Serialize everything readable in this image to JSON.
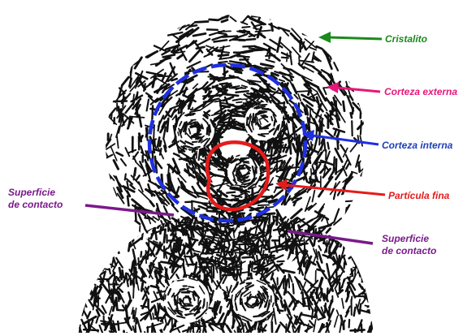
{
  "labels": {
    "cristalito": {
      "text": "Cristalito",
      "color": "#1a8a1a"
    },
    "corteza_externa": {
      "text": "Corteza externa",
      "color": "#e8157a"
    },
    "corteza_interna": {
      "text": "Corteza interna",
      "color": "#1f3fb8"
    },
    "particula_fina": {
      "text": "Partícula fina",
      "color": "#e51b1b"
    },
    "superficie_left_1": {
      "text": "Superficie",
      "color": "#7a1a8a"
    },
    "superficie_left_2": {
      "text": "de contacto",
      "color": "#7a1a8a"
    },
    "superficie_right_1": {
      "text": "Superficie",
      "color": "#7a1a8a"
    },
    "superficie_right_2": {
      "text": "de contacto",
      "color": "#7a1a8a"
    }
  },
  "colors": {
    "stroke": "#111111",
    "cristalito_arrow": "#1a8a1a",
    "corteza_externa_arrow": "#e8157a",
    "corteza_interna": "#1f2fe0",
    "particula_fina": "#e51b1b",
    "superficie": "#7a1a8a"
  }
}
